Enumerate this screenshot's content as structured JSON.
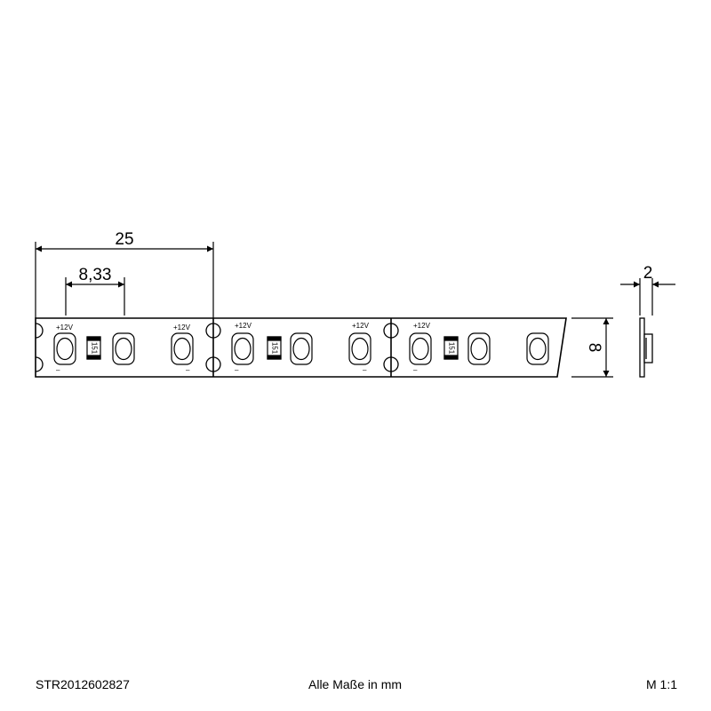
{
  "drawing": {
    "dim_pitch": "25",
    "dim_led_spacing": "8,33",
    "dim_width": "8",
    "dim_thickness": "2",
    "plus_label": "+12V",
    "minus_label": "–",
    "resistor_code": "151"
  },
  "footer": {
    "article_code": "STR2012602827",
    "units_note": "Alle Maße in mm",
    "scale": "M 1:1"
  }
}
